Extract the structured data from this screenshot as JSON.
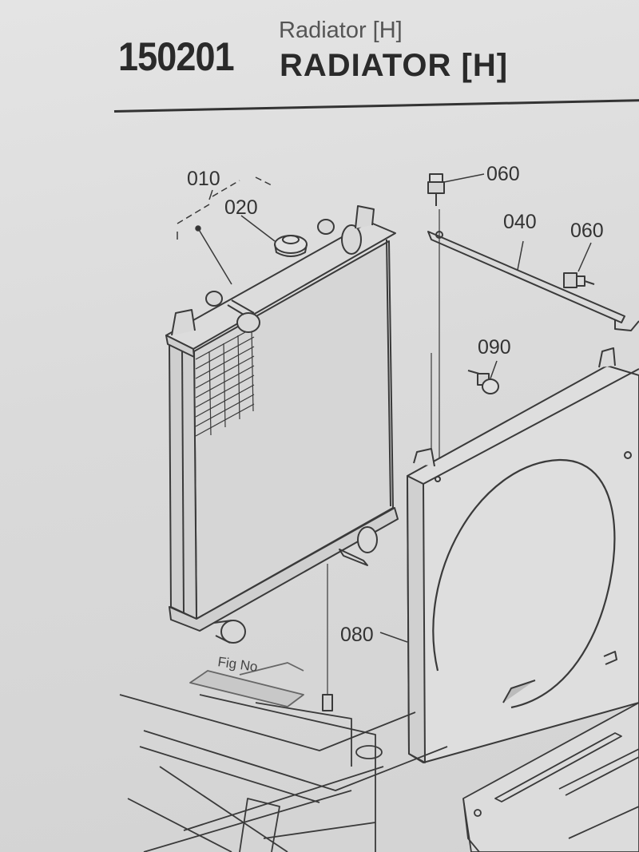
{
  "header": {
    "part_number": "150201",
    "subtitle": "Radiator [H]",
    "title": "RADIATOR [H]"
  },
  "diagram": {
    "callouts": {
      "c010": "010",
      "c020": "020",
      "c060a": "060",
      "c040": "040",
      "c060b": "060",
      "c090": "090",
      "c080": "080"
    },
    "fig_label": "Fig No"
  }
}
